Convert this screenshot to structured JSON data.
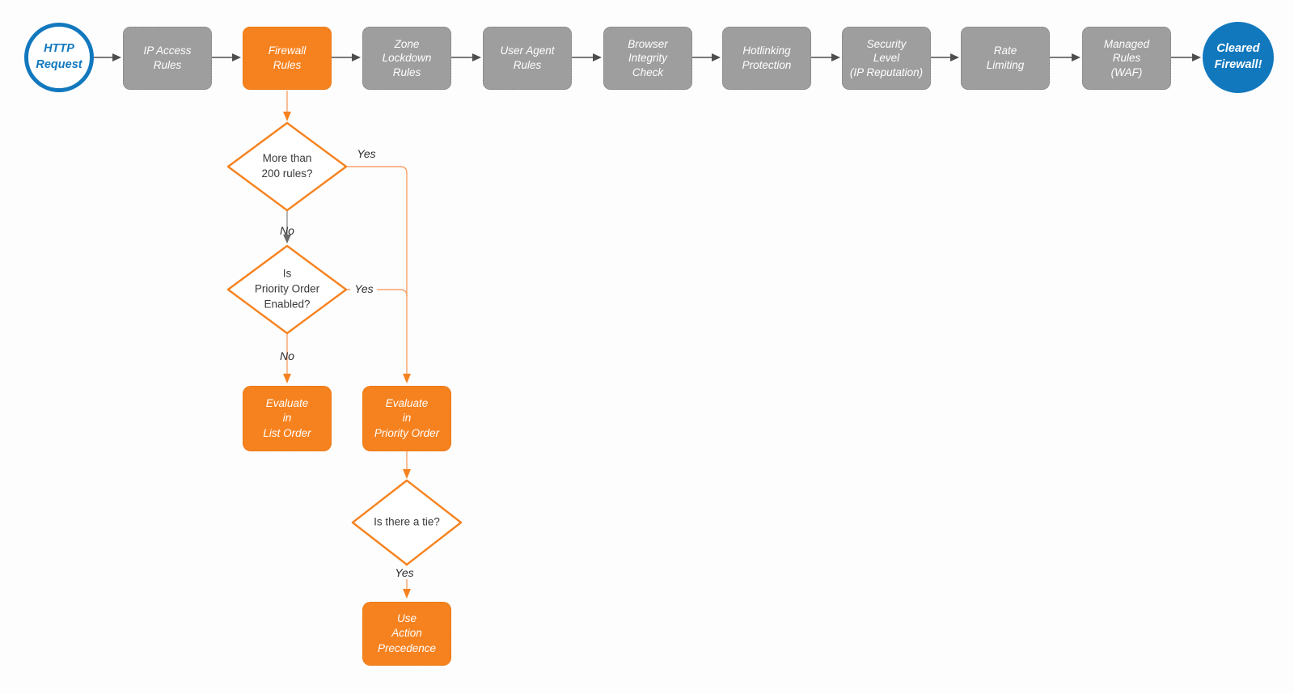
{
  "colors": {
    "orange": "#F6821F",
    "line_orange": "#F9A26B",
    "gray": "#9E9E9E",
    "blue": "#1178BE",
    "connector_gray": "#4E4E4E"
  },
  "pipeline": {
    "start_label": "HTTP\nRequest",
    "stages": [
      {
        "label": "IP Access\nRules"
      },
      {
        "label": "Firewall\nRules"
      },
      {
        "label": "Zone\nLockdown\nRules"
      },
      {
        "label": "User Agent\nRules"
      },
      {
        "label": "Browser\nIntegrity\nCheck"
      },
      {
        "label": "Hotlinking\nProtection"
      },
      {
        "label": "Security\nLevel\n(IP Reputation)"
      },
      {
        "label": "Rate\nLimiting"
      },
      {
        "label": "Managed\nRules\n(WAF)"
      }
    ],
    "end_label": "Cleared\nFirewall!"
  },
  "flow": {
    "d1_question": "More than\n200 rules?",
    "d1_yes": "Yes",
    "d1_no": "No",
    "d2_question": "Is\nPriority Order\nEnabled?",
    "d2_yes": "Yes",
    "d2_no": "No",
    "list_order_label": "Evaluate\nin\nList Order",
    "priority_order_label": "Evaluate\nin\nPriority Order",
    "d3_question": "Is there a tie?",
    "d3_yes": "Yes",
    "precedence_label": "Use\nAction\nPrecedence"
  }
}
